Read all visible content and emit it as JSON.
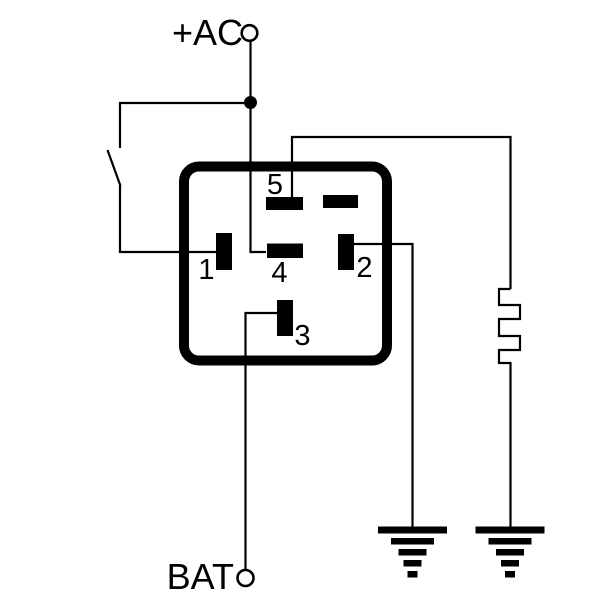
{
  "diagram": {
    "type": "circuit-wiring-diagram",
    "colors": {
      "line": "#000000",
      "background": "#ffffff"
    },
    "terminals": {
      "ac": {
        "label": "+AC"
      },
      "bat": {
        "label": "BAT"
      }
    },
    "relay": {
      "pins": [
        {
          "label": "1"
        },
        {
          "label": "2"
        },
        {
          "label": "3"
        },
        {
          "label": "4"
        },
        {
          "label": "5"
        }
      ]
    },
    "symbols": {
      "switch": "spst-switch",
      "resistor": "square-zigzag-resistor",
      "ground_left": "chassis-ground",
      "ground_right": "chassis-ground",
      "junction": "wire-junction-dot"
    }
  }
}
